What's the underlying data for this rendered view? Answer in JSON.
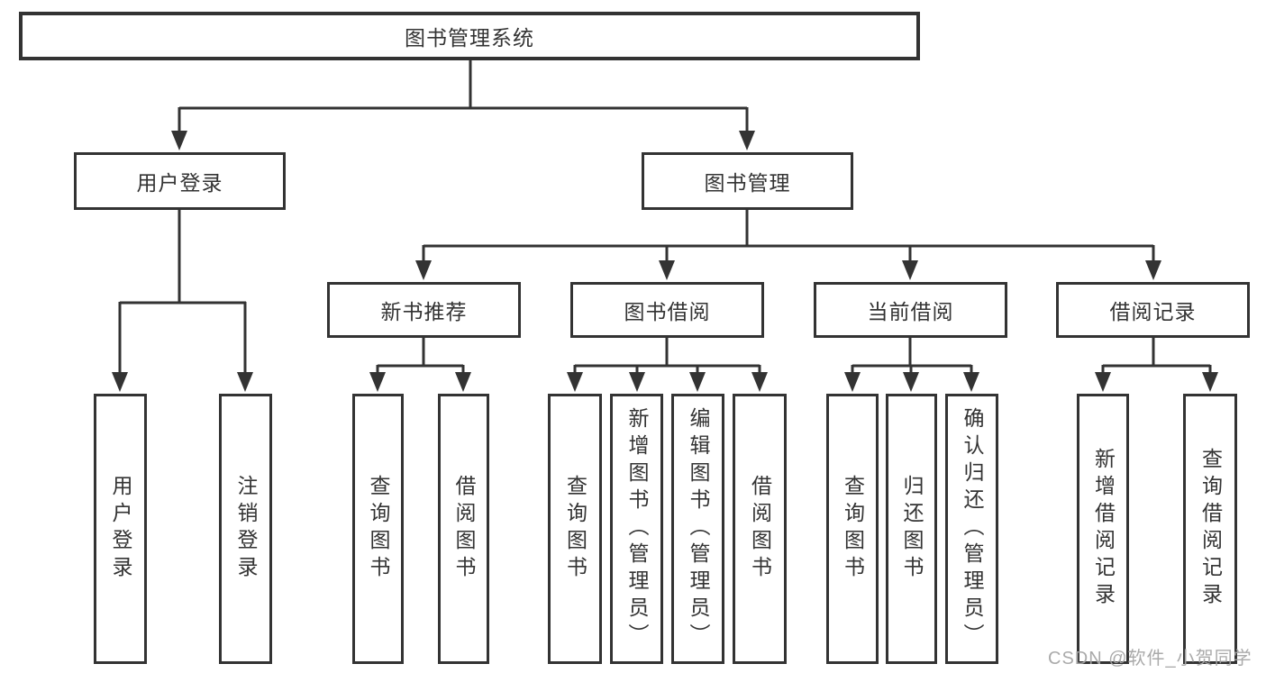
{
  "diagram": {
    "root": {
      "label": "图书管理系统",
      "children": [
        {
          "label": "用户登录",
          "children": [
            {
              "label": "用户登录"
            },
            {
              "label": "注销登录"
            }
          ]
        },
        {
          "label": "图书管理",
          "children": [
            {
              "label": "新书推荐",
              "children": [
                {
                  "label": "查询图书"
                },
                {
                  "label": "借阅图书"
                }
              ]
            },
            {
              "label": "图书借阅",
              "children": [
                {
                  "label": "查询图书"
                },
                {
                  "label": "新增图书（管理员）"
                },
                {
                  "label": "编辑图书（管理员）"
                },
                {
                  "label": "借阅图书"
                }
              ]
            },
            {
              "label": "当前借阅",
              "children": [
                {
                  "label": "查询图书"
                },
                {
                  "label": "归还图书"
                },
                {
                  "label": "确认归还（管理员）"
                }
              ]
            },
            {
              "label": "借阅记录",
              "children": [
                {
                  "label": "新增借阅记录"
                },
                {
                  "label": "查询借阅记录"
                }
              ]
            }
          ]
        }
      ]
    }
  },
  "watermark": {
    "text": "CSDN @软件_小贺同学"
  },
  "colors": {
    "line": "#333333",
    "text": "#333333",
    "background": "#ffffff",
    "watermark": "#a5a5a5"
  }
}
